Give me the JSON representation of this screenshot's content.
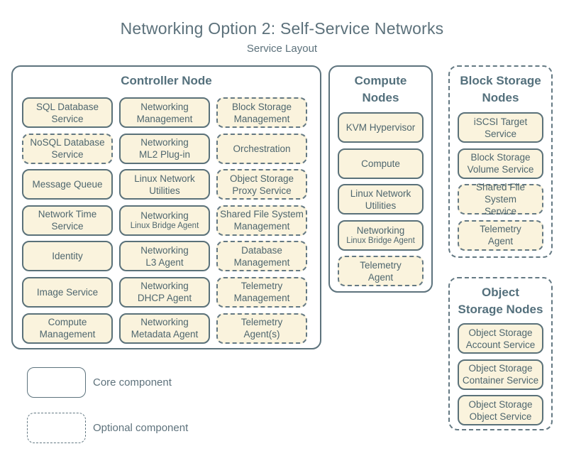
{
  "title": "Networking Option 2: Self-Service Networks",
  "subtitle": "Service Layout",
  "colors": {
    "background": "#ffffff",
    "box_fill": "#faf3dd",
    "line": "#5d737d",
    "text": "#4e666e",
    "heading": "#54707c"
  },
  "legend": {
    "core_label": "Core component",
    "optional_label": "Optional component"
  },
  "panels": {
    "controller": {
      "title": "Controller Node",
      "services": [
        {
          "label": "SQL Database\nService",
          "type": "core"
        },
        {
          "label": "Networking\nManagement",
          "type": "core"
        },
        {
          "label": "Block Storage\nManagement",
          "type": "optional"
        },
        {
          "label": "NoSQL Database\nService",
          "type": "optional"
        },
        {
          "label": "Networking\nML2 Plug-in",
          "type": "core"
        },
        {
          "label": "Orchestration",
          "type": "optional"
        },
        {
          "label": "Message Queue",
          "type": "core"
        },
        {
          "label": "Linux Network\nUtilities",
          "type": "core"
        },
        {
          "label": "Object Storage\nProxy Service",
          "type": "optional"
        },
        {
          "label": "Network Time\nService",
          "type": "core"
        },
        {
          "label": "Networking",
          "sublabel": "Linux Bridge Agent",
          "type": "core"
        },
        {
          "label": "Shared File System\nManagement",
          "type": "optional"
        },
        {
          "label": "Identity",
          "type": "core"
        },
        {
          "label": "Networking\nL3 Agent",
          "type": "core"
        },
        {
          "label": "Database\nManagement",
          "type": "optional"
        },
        {
          "label": "Image Service",
          "type": "core"
        },
        {
          "label": "Networking\nDHCP Agent",
          "type": "core"
        },
        {
          "label": "Telemetry\nManagement",
          "type": "optional"
        },
        {
          "label": "Compute\nManagement",
          "type": "core"
        },
        {
          "label": "Networking\nMetadata Agent",
          "type": "core"
        },
        {
          "label": "Telemetry\nAgent(s)",
          "type": "optional"
        }
      ]
    },
    "compute": {
      "title": "Compute\nNodes",
      "services": [
        {
          "label": "KVM Hypervisor",
          "type": "core"
        },
        {
          "label": "Compute",
          "type": "core"
        },
        {
          "label": "Linux Network\nUtilities",
          "type": "core"
        },
        {
          "label": "Networking",
          "sublabel": "Linux Bridge Agent",
          "type": "core"
        },
        {
          "label": "Telemetry\nAgent",
          "type": "optional"
        }
      ]
    },
    "block_storage": {
      "title": "Block Storage\nNodes",
      "services": [
        {
          "label": "iSCSI Target\nService",
          "type": "core"
        },
        {
          "label": "Block Storage\nVolume Service",
          "type": "core"
        },
        {
          "label": "Shared File System\nService",
          "type": "optional"
        },
        {
          "label": "Telemetry\nAgent",
          "type": "optional"
        }
      ]
    },
    "object_storage": {
      "title": "Object\nStorage Nodes",
      "services": [
        {
          "label": "Object Storage\nAccount Service",
          "type": "core"
        },
        {
          "label": "Object Storage\nContainer Service",
          "type": "core"
        },
        {
          "label": "Object Storage\nObject Service",
          "type": "core"
        }
      ]
    }
  }
}
